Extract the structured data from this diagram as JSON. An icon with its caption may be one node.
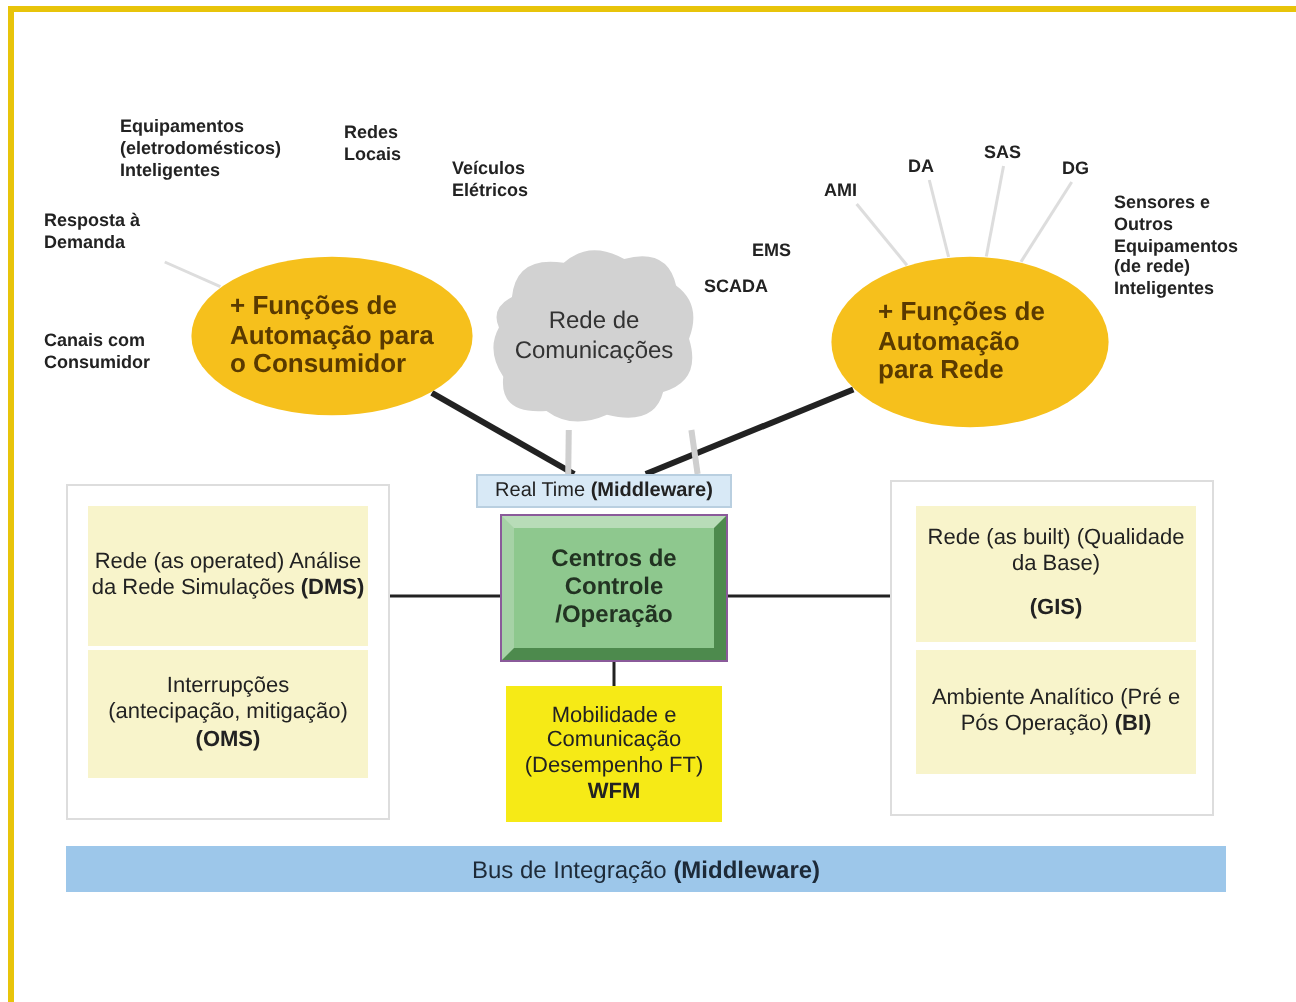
{
  "diagram": {
    "nodes": [
      {
        "text": [
          "Resposta à Demanda"
        ]
      },
      {
        "text": [
          "+ Funções de Automação para o Consumidor"
        ]
      },
      {
        "text": [
          "Rede de Comunicações"
        ]
      },
      {
        "text": [
          "AMI"
        ]
      },
      {
        "text": [
          "DA"
        ]
      },
      {
        "text": [
          "SAS"
        ]
      },
      {
        "text": [
          "DG"
        ]
      },
      {
        "text": [
          "+ Funções de Automação para Rede"
        ]
      },
      {
        "text": [
          "Real Time **(Middleware)**"
        ]
      },
      {
        "text": [],
        "shape": "box"
      },
      {
        "text": [
          "Rede (as operated) Análise da Rede Simulações **(DMS)**"
        ],
        "in": 9
      },
      {
        "text": [
          "Interrupções (antecipação, mitigação) **(OMS)**"
        ],
        "in": 9
      },
      {
        "text": [
          "Centros de Controle /Operação"
        ]
      },
      {
        "text": [
          "Mobilidade e Comunicação (Desempenho FT)",
          "WFM"
        ]
      },
      {
        "text": [],
        "shape": "box"
      },
      {
        "text": [
          "Rede (as built) (Qualidade da Base)",
          "**(GIS)**"
        ],
        "in": 14
      },
      {
        "text": [
          "Ambiente Analítico (Pré e Pós Operação) **(BI)**"
        ],
        "in": 14
      },
      {
        "text": [
          "Bus de Integração **(Middleware)**"
        ]
      }
    ],
    "edges": [
      {
        "from": 0,
        "to": 1,
        "arrow": "none",
        "color": "#dddddd"
      },
      {
        "from": 3,
        "to": 7,
        "arrow": "none",
        "color": "#dddddd"
      },
      {
        "from": 4,
        "to": 7,
        "arrow": "none",
        "color": "#dddddd"
      },
      {
        "from": 5,
        "to": 7,
        "arrow": "none",
        "color": "#dddddd"
      },
      {
        "from": 6,
        "to": 7,
        "arrow": "none",
        "color": "#dddddd"
      },
      {
        "from": 1,
        "to": 8,
        "arrow": "none",
        "style": "thick",
        "color": "#222222"
      },
      {
        "from": 7,
        "to": 8,
        "arrow": "none",
        "style": "thick",
        "color": "#222222"
      },
      {
        "from": 2,
        "to": 8,
        "arrow": "none",
        "color": "#cfcfcf",
        "style": "thick"
      },
      {
        "from": 2,
        "to": 8,
        "arrow": "none",
        "color": "#cfcfcf",
        "style": "thick"
      },
      {
        "from": 9,
        "to": 12,
        "arrow": "none",
        "color": "#222222"
      },
      {
        "from": 12,
        "to": 14,
        "arrow": "none",
        "color": "#222222"
      },
      {
        "from": 12,
        "to": 13,
        "arrow": "none",
        "color": "#222222"
      }
    ],
    "labels": [
      "Equipamentos (eletrodomésticos) Inteligentes",
      "Redes Locais",
      "Veículos Elétricos",
      "Canais com Consumidor",
      "EMS",
      "SCADA",
      "Sensores e Outros Equipamentos (de rede) Inteligentes"
    ]
  }
}
